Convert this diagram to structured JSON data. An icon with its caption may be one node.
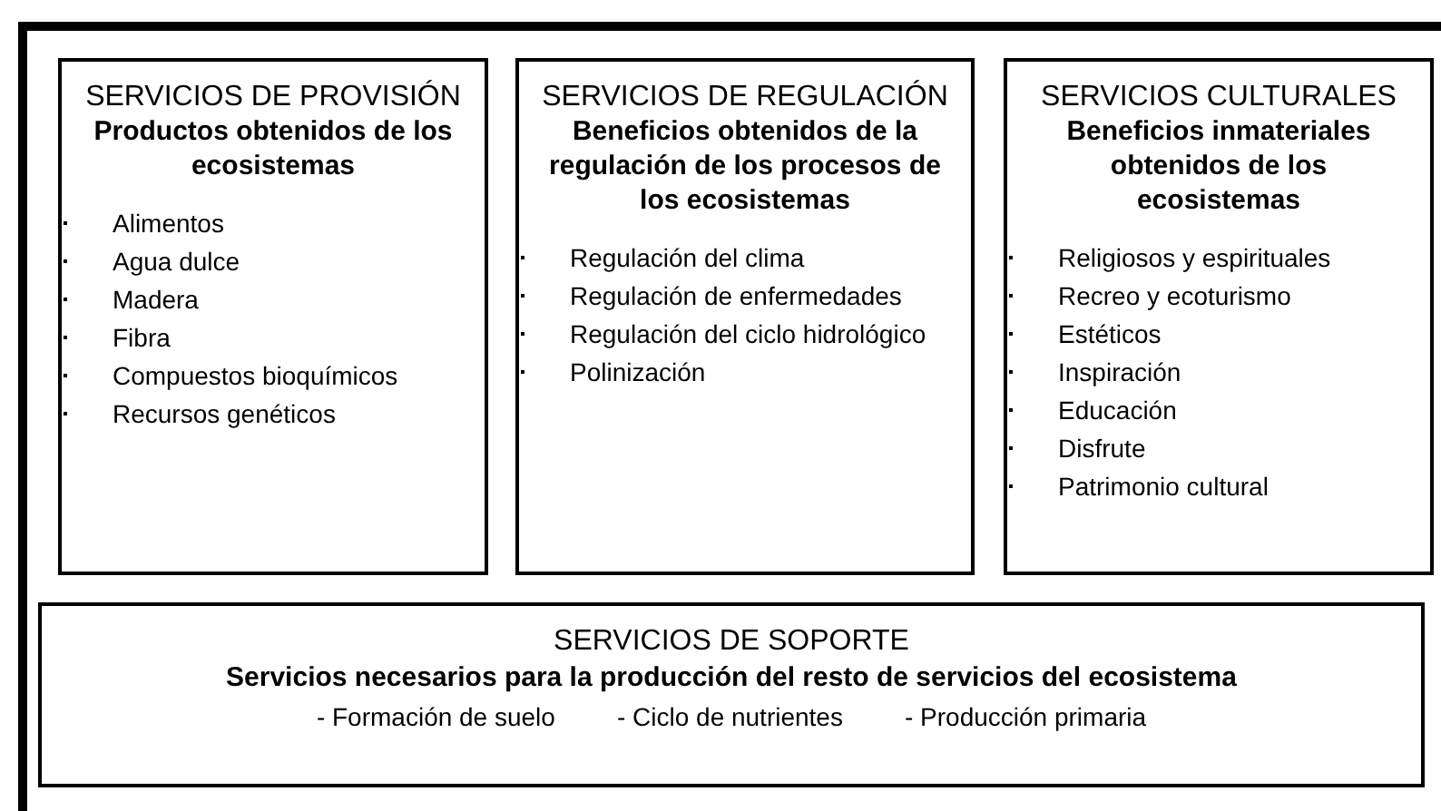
{
  "diagram": {
    "nodes": [
      {
        "text": [
          "SERVICIOS DE PROVISIÓN",
          "Productos obtenidos de los ecosistemas",
          "Alimentos",
          "Agua dulce",
          "Madera",
          "Fibra",
          "Compuestos bioquímicos",
          "Recursos genéticos"
        ]
      },
      {
        "text": [
          "SERVICIOS DE REGULACIÓN",
          "Beneficios obtenidos de la regulación de los procesos de los ecosistemas",
          "Regulación del clima",
          "Regulación de enfermedades",
          "Regulación del ciclo hidrológico",
          "Polinización"
        ]
      },
      {
        "text": [
          "SERVICIOS CULTURALES",
          "Beneficios inmateriales obtenidos de los ecosistemas",
          "Religiosos y espirituales",
          "Recreo y ecoturismo",
          "Estéticos",
          "Inspiración",
          "Educación",
          "Disfrute",
          "Patrimonio cultural"
        ]
      },
      {
        "text": [
          "SERVICIOS DE SOPORTE",
          "Servicios necesarios para la producción del resto de servicios del ecosistema",
          "- Formación de suelo",
          "- Ciclo de nutrientes",
          "- Producción primaria"
        ]
      }
    ]
  }
}
